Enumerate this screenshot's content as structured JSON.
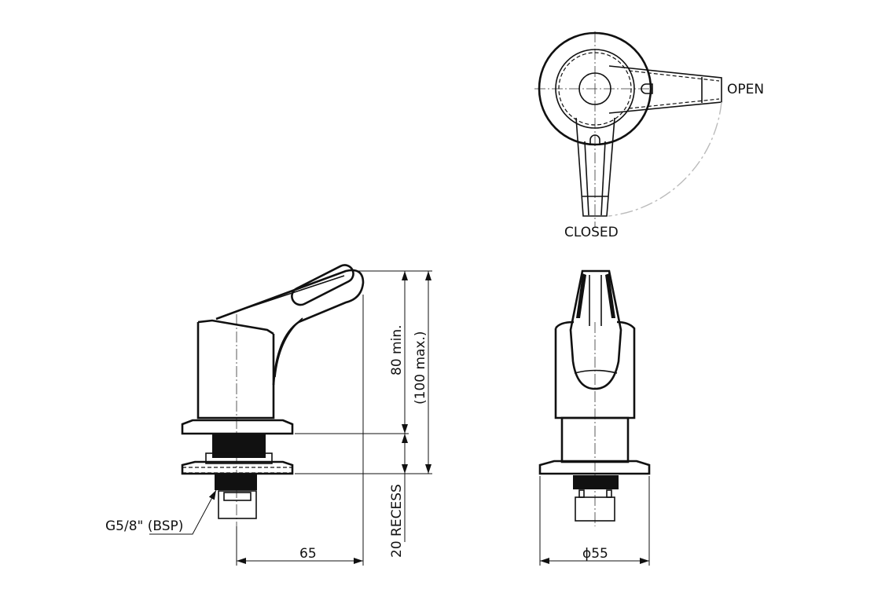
{
  "top_view": {
    "open_label": "OPEN",
    "closed_label": "CLOSED"
  },
  "side_view": {
    "height_min_label": "80 min.",
    "height_max_label": "(100 max.)",
    "recess_label": "20 RECESS",
    "projection_label": "65",
    "thread_label": "G5/8\" (BSP)"
  },
  "front_view": {
    "diameter_label": "ϕ55"
  }
}
